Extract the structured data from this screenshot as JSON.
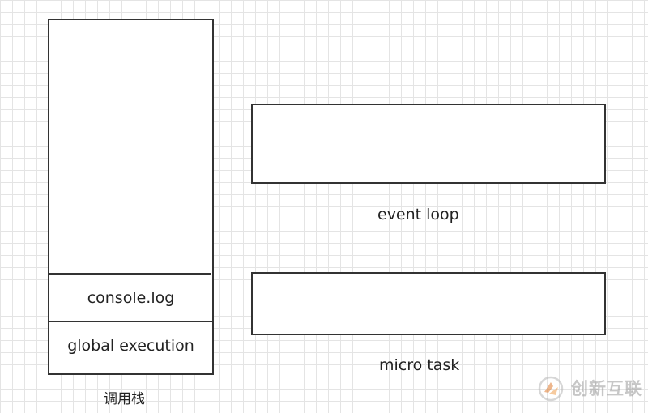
{
  "call_stack": {
    "caption": "调用栈",
    "frames": [
      {
        "label": "console.log"
      },
      {
        "label": "global execution"
      }
    ]
  },
  "queues": {
    "event_loop": {
      "label": "event loop"
    },
    "micro_task": {
      "label": "micro task"
    }
  },
  "watermark": {
    "text": "创新互联",
    "icon": "creative-interconnect-logo-icon"
  }
}
